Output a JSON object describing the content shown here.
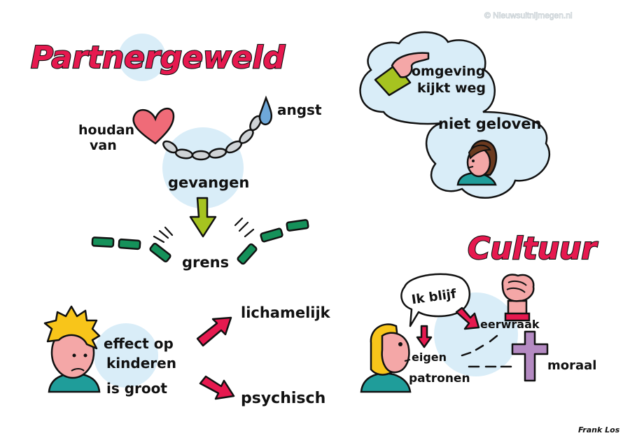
{
  "watermark": "© Nieuwsuitnijmegen.nl",
  "signature": "Frank Los",
  "partnergeweld": {
    "title": "Partnergeweld",
    "houdan": "houdan",
    "van": "van",
    "angst": "angst",
    "gevangen": "gevangen",
    "grens": "grens"
  },
  "kinderen": {
    "effect_line1": "effect op",
    "effect_line2": "kinderen",
    "effect_line3": "is groot",
    "lichamelijk": "lichamelijk",
    "psychisch": "psychisch"
  },
  "omgeving": {
    "kijkt_line1": "omgeving",
    "kijkt_line2": "kijkt weg",
    "niet_geloven": "niet geloven"
  },
  "cultuur": {
    "title": "Cultuur",
    "speech": "Ik blijf",
    "eerwraak": "eerwraak",
    "eigen": "eigen",
    "patronen": "patronen",
    "moraal": "moraal"
  },
  "colors": {
    "title_red": "#e6194f",
    "bubble_blue": "#d9edf8",
    "heart": "#ef6b78",
    "arrow_green": "#a6c320",
    "dash_green": "#15915a",
    "arrow_red": "#e6194f",
    "hair_yellow": "#f8c51a",
    "skin": "#f4a7a7",
    "shirt_teal": "#1f9d9a",
    "cross_purple": "#b48ac2",
    "drop_blue": "#6ea8d9"
  }
}
